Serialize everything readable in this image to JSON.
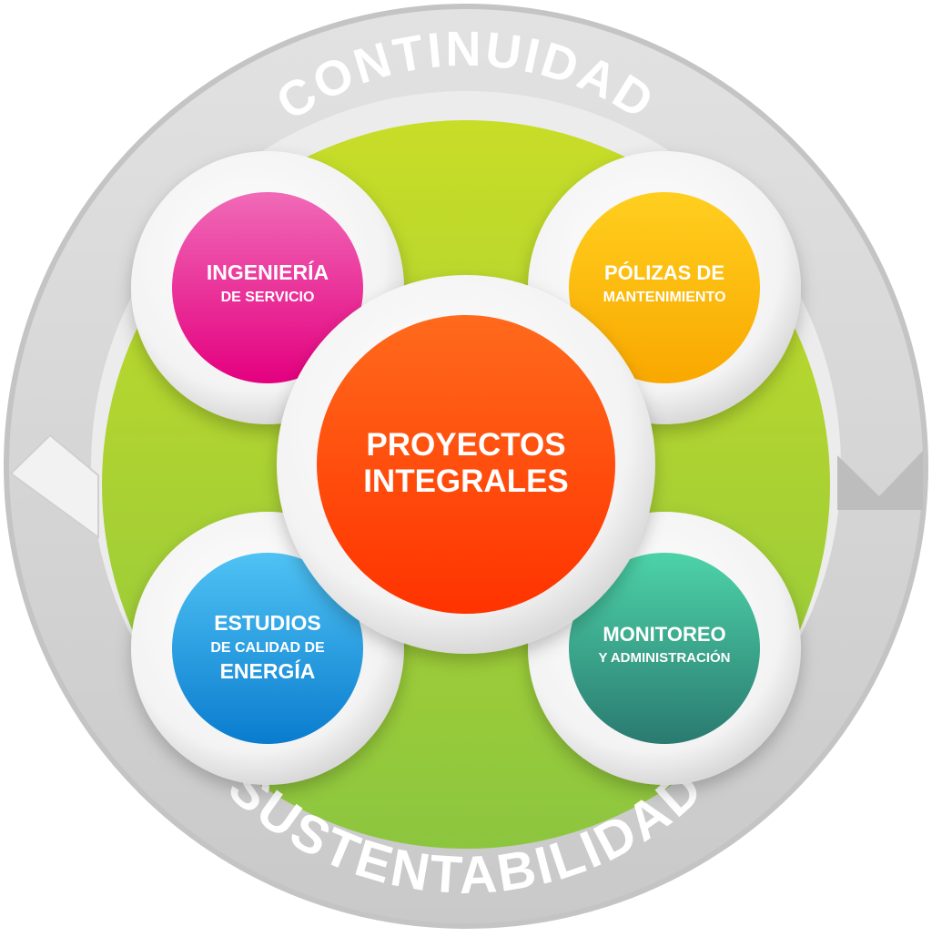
{
  "ring": {
    "top_label": "CONTINUIDAD",
    "bottom_label": "SUSTENTABILIDAD"
  },
  "center": {
    "line1": "PROYECTOS",
    "line2": "INTEGRALES"
  },
  "nodes": {
    "ingenieria": {
      "line1": "INGENIERÍA",
      "line2": "DE SERVICIO"
    },
    "polizas": {
      "line1": "PÓLIZAS DE",
      "line2": "MANTENIMIENTO"
    },
    "estudios": {
      "line1": "ESTUDIOS",
      "line2": "DE CALIDAD DE",
      "line3": "ENERGÍA"
    },
    "monitoreo": {
      "line1": "MONITOREO",
      "line2": "Y ADMINISTRACIÓN"
    }
  },
  "colors": {
    "ring": "#d6d6d6",
    "green": "#9acb3c",
    "center": "#ff4a0e",
    "ingenieria": "#e3258c",
    "polizas": "#fdb813",
    "estudios": "#2b9be0",
    "monitoreo": "#2f9c84"
  }
}
